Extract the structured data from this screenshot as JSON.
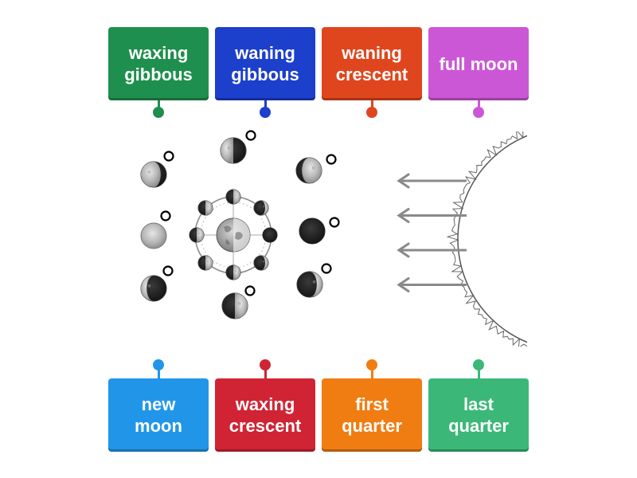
{
  "tiles": [
    {
      "label": "waxing\ngibbous",
      "color": "#1e8f4e",
      "row": "top"
    },
    {
      "label": "waning\ngibbous",
      "color": "#1c3fcc",
      "row": "top"
    },
    {
      "label": "waning\ncrescent",
      "color": "#e0461e",
      "row": "top"
    },
    {
      "label": "full moon",
      "color": "#cc57d6",
      "row": "top"
    },
    {
      "label": "new\nmoon",
      "color": "#2196e8",
      "row": "bottom"
    },
    {
      "label": "waxing\ncrescent",
      "color": "#d02434",
      "row": "bottom"
    },
    {
      "label": "first\nquarter",
      "color": "#f07d12",
      "row": "bottom"
    },
    {
      "label": "last\nquarter",
      "color": "#3bb878",
      "row": "bottom"
    }
  ],
  "diagram": {
    "sunlight_arrows": 4,
    "drop_targets": 8
  }
}
